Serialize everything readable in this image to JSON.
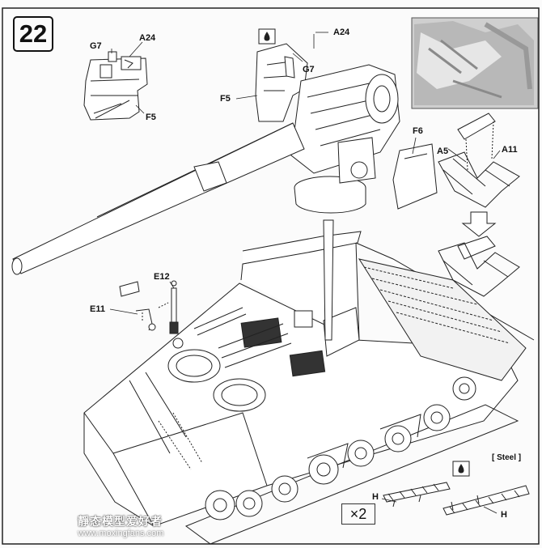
{
  "step": {
    "number": "22"
  },
  "labels": {
    "g7_a": "G7",
    "a24_a": "A24",
    "f5_a": "F5",
    "a24_b": "A24",
    "g7_b": "G7",
    "f5_b": "F5",
    "f6": "F6",
    "a5": "A5",
    "a11": "A11",
    "e12": "E12",
    "e11": "E11",
    "h_a": "H",
    "h_b": "H"
  },
  "multiplier": "×2",
  "track_material": "[ Steel ]",
  "watermark": {
    "site": "靜态模型爱好者",
    "url": "www.moxingfans.com"
  },
  "icons": [
    "glue-icon",
    "down-arrow-icon",
    "photo-reference"
  ]
}
